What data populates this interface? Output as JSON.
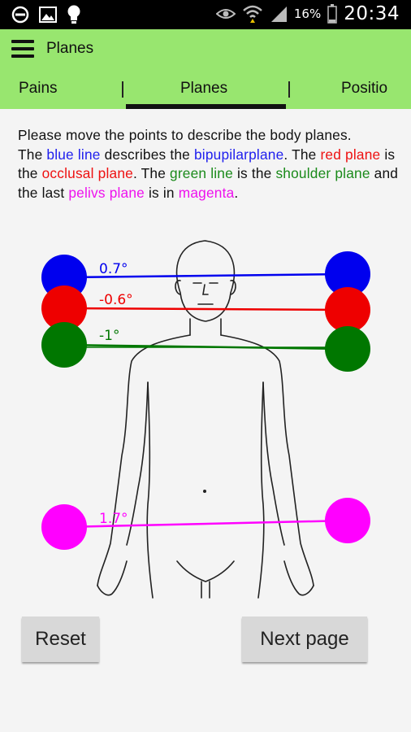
{
  "status_bar": {
    "battery_percent": "16%",
    "time": "20:34",
    "left_icons": [
      "dnd-icon",
      "image-icon",
      "bulb-icon"
    ],
    "right_icons": [
      "eye-icon",
      "wifi-icon",
      "signal-icon",
      "battery-icon"
    ]
  },
  "action_bar": {
    "title": "Planes",
    "menu_icon": "hamburger-menu-icon"
  },
  "tabs": [
    {
      "label": "Pains"
    },
    {
      "label": "Planes",
      "selected": true
    },
    {
      "label": "Positio"
    }
  ],
  "instructions": {
    "intro": "Please move the points to describe the body planes.",
    "p1": "The ",
    "blue_line": "blue line",
    "p2": " describes the ",
    "bipupilar": "bipupilarplane",
    "p3": ". The ",
    "red_plane": "red plane",
    "p4": " is the ",
    "occlusal": "occlusal plane",
    "p5": ". The ",
    "green_line": "green line",
    "p6": " is the ",
    "shoulder": "shoulder plane",
    "p7": " and the last ",
    "pelvis": "pelivs plane",
    "p8": " is in ",
    "magenta": "magenta",
    "p9": "."
  },
  "planes": [
    {
      "name": "bipupilar",
      "color": "#0000ee",
      "angle_label": "0.7°"
    },
    {
      "name": "occlusal",
      "color": "#ee0000",
      "angle_label": "-0.6°"
    },
    {
      "name": "shoulder",
      "color": "#007700",
      "angle_label": "-1°"
    },
    {
      "name": "pelvis",
      "color": "#ff00ff",
      "angle_label": "1.7°"
    }
  ],
  "buttons": {
    "reset": "Reset",
    "next": "Next page"
  },
  "colors": {
    "status_bar": "#000000",
    "action_bar": "#98e66f",
    "background": "#f4f4f4",
    "button": "#d8d8d8"
  }
}
